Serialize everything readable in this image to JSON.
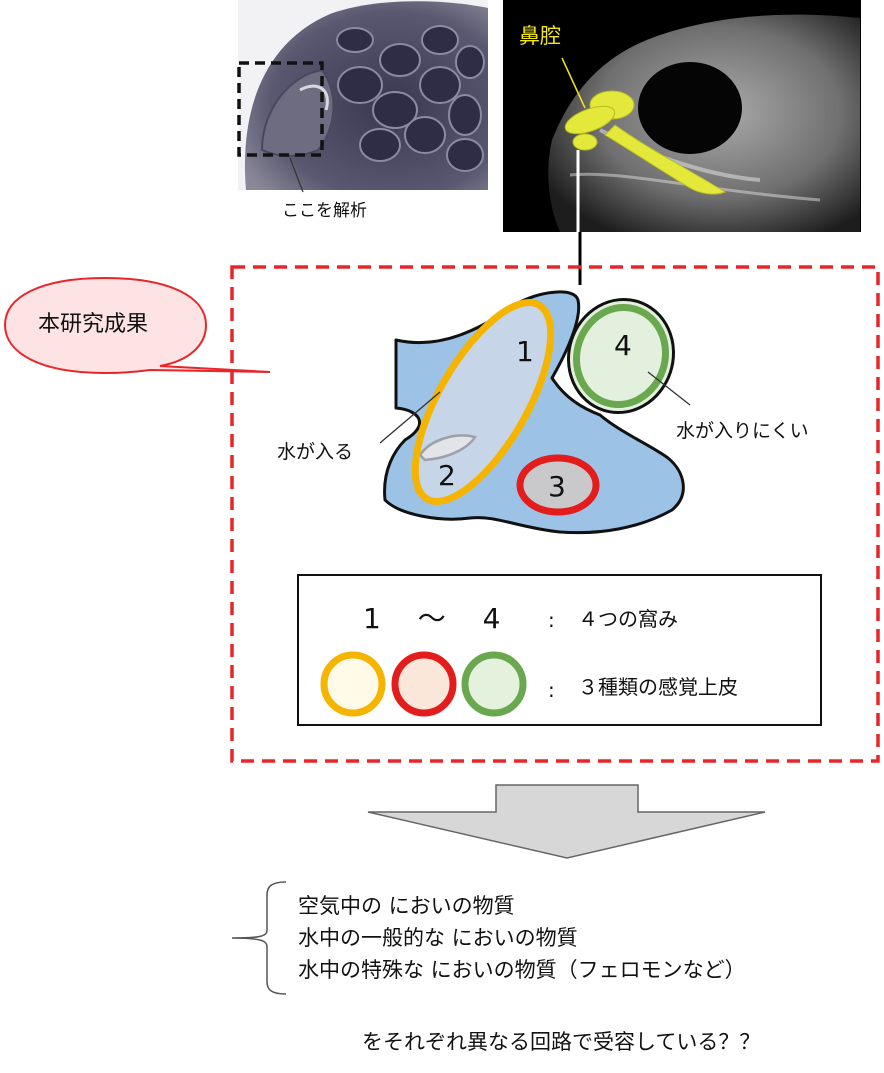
{
  "labels": {
    "photo_caption": "ここを解析",
    "ct_label": "鼻腔",
    "callout": "本研究成果",
    "water_enters": "水が入る",
    "water_hard": "水が入りにくい",
    "pocket_1": "1",
    "pocket_2": "2",
    "pocket_3": "3",
    "pocket_4": "4"
  },
  "legend": {
    "row1_key": "1 ～ 4",
    "row1_sep": ":",
    "row1_text": "４つの窩み",
    "row2_sep": ":",
    "row2_text": "３種類の感覚上皮"
  },
  "conclusion": {
    "line1": "空気中の においの物質",
    "line2": "水中の一般的な においの物質",
    "line3": "水中の特殊な においの物質（フェロモンなど）",
    "final": "をそれぞれ異なる回路で受容している？？"
  },
  "colors": {
    "callout_red": "#e8262a",
    "yellow": "#f5b400",
    "red": "#e31c1c",
    "green": "#6aa84f",
    "blue": "#9cc3e6"
  }
}
